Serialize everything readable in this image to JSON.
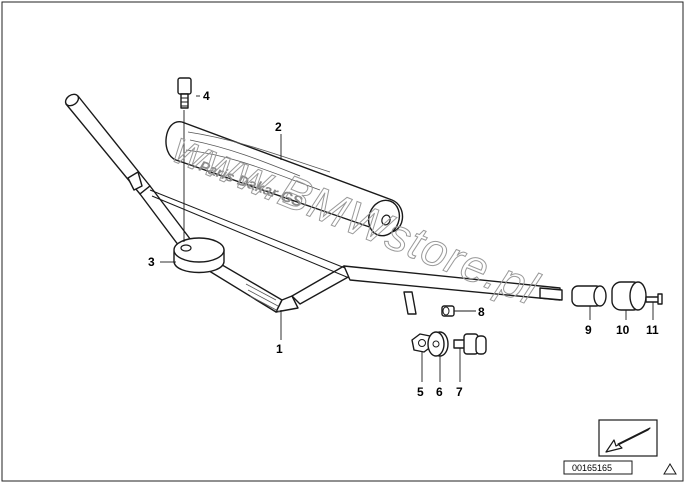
{
  "diagram": {
    "document_number": "00165165",
    "watermark": "www.BMWstore.pl",
    "pad_logo": "Paris Dakar GS",
    "callouts": [
      {
        "id": "1",
        "label": "1"
      },
      {
        "id": "2",
        "label": "2"
      },
      {
        "id": "3",
        "label": "3"
      },
      {
        "id": "4",
        "label": "4"
      },
      {
        "id": "5",
        "label": "5"
      },
      {
        "id": "6",
        "label": "6"
      },
      {
        "id": "7",
        "label": "7"
      },
      {
        "id": "8",
        "label": "8"
      },
      {
        "id": "9",
        "label": "9"
      },
      {
        "id": "10",
        "label": "10"
      },
      {
        "id": "11",
        "label": "11"
      }
    ]
  }
}
